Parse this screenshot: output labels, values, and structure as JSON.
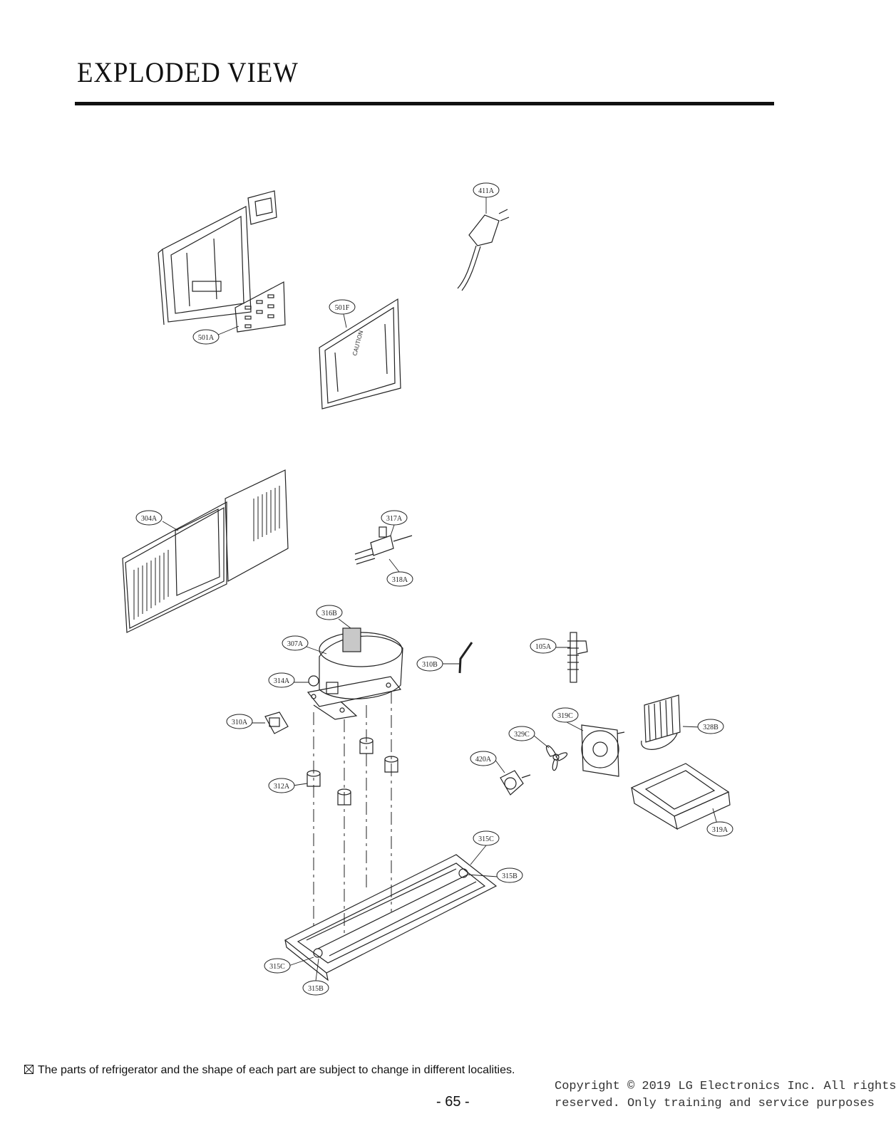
{
  "header": {
    "title": "EXPLODED VIEW"
  },
  "callouts": {
    "c411A": "411A",
    "c501F": "501F",
    "c501A": "501A",
    "c304A": "304A",
    "c317A": "317A",
    "c318A": "318A",
    "c316B": "316B",
    "c307A": "307A",
    "c310B": "310B",
    "c105A": "105A",
    "c314A": "314A",
    "c310A": "310A",
    "c319C": "319C",
    "c328B": "328B",
    "c329C": "329C",
    "c420A": "420A",
    "c312A": "312A",
    "c319A": "319A",
    "c315C_top": "315C",
    "c315B_top": "315B",
    "c315C_bottom": "315C",
    "c315B_bottom": "315B"
  },
  "footer": {
    "note": "The parts of refrigerator and the shape of each part are subject to change in different localities.",
    "page": "- 65 -",
    "copyright_line1": "Copyright © 2019 LG Electronics Inc. All rights",
    "copyright_line2": "reserved. Only training and service purposes"
  }
}
